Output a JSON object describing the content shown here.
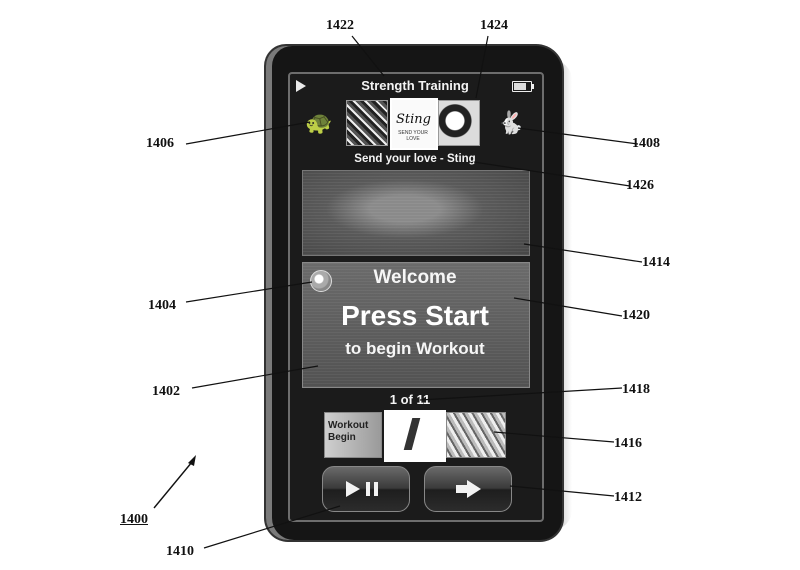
{
  "screen": {
    "title": "Strength Training",
    "song": "Send your love - Sting",
    "album_art_text": "Sting",
    "album_art_subtext": "SEND YOUR LOVE",
    "welcome": "Welcome",
    "press_start": "Press Start",
    "begin_workout": "to begin Workout",
    "counter": "1 of 11",
    "thumbnail_1_text": "Workout Begin"
  },
  "icons": {
    "prev_album": "turtle-icon",
    "next_album": "rabbit-icon",
    "coach": "coach-avatar-icon",
    "play_pause": "play-pause-icon",
    "next": "next-arrow-icon",
    "play_indicator": "play-indicator-icon",
    "battery": "battery-icon"
  },
  "callouts": {
    "c1422": "1422",
    "c1424": "1424",
    "c1406": "1406",
    "c1408": "1408",
    "c1426": "1426",
    "c1414": "1414",
    "c1404": "1404",
    "c1420": "1420",
    "c1402": "1402",
    "c1418": "1418",
    "c1416": "1416",
    "c1412": "1412",
    "c1410": "1410",
    "figure": "1400"
  }
}
